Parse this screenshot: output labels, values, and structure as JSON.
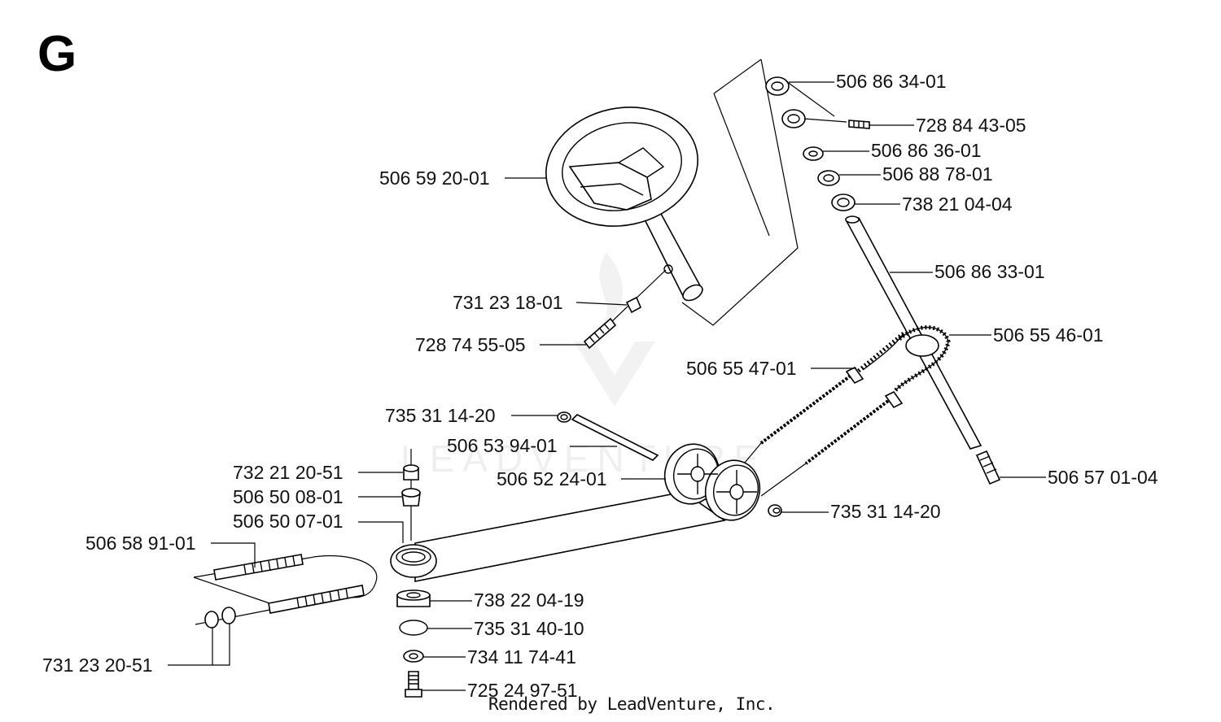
{
  "section_letter": "G",
  "footer_text": "Rendered by LeadVenture, Inc.",
  "watermark_text": "LEADVENTURE",
  "colors": {
    "ink": "#000000",
    "background": "#ffffff"
  },
  "parts": [
    {
      "id": "p01",
      "label": "506 86 34-01"
    },
    {
      "id": "p02",
      "label": "728 84 43-05"
    },
    {
      "id": "p03",
      "label": "506 86 36-01"
    },
    {
      "id": "p04",
      "label": "506 88 78-01"
    },
    {
      "id": "p05",
      "label": "738 21 04-04"
    },
    {
      "id": "p06",
      "label": "506 59 20-01"
    },
    {
      "id": "p07",
      "label": "506 86 33-01"
    },
    {
      "id": "p08",
      "label": "731 23 18-01"
    },
    {
      "id": "p09",
      "label": "728 74 55-05"
    },
    {
      "id": "p10",
      "label": "506 55 46-01"
    },
    {
      "id": "p11",
      "label": "506 55 47-01"
    },
    {
      "id": "p12",
      "label": "735 31 14-20"
    },
    {
      "id": "p13",
      "label": "506 53 94-01"
    },
    {
      "id": "p14",
      "label": "732 21 20-51"
    },
    {
      "id": "p15",
      "label": "506 57 01-04"
    },
    {
      "id": "p16",
      "label": "506 50 08-01"
    },
    {
      "id": "p17",
      "label": "506 52 24-01"
    },
    {
      "id": "p18",
      "label": "735 31 14-20"
    },
    {
      "id": "p19",
      "label": "506 50 07-01"
    },
    {
      "id": "p20",
      "label": "506 58 91-01"
    },
    {
      "id": "p21",
      "label": "738 22 04-19"
    },
    {
      "id": "p22",
      "label": "735 31 40-10"
    },
    {
      "id": "p23",
      "label": "734 11 74-41"
    },
    {
      "id": "p24",
      "label": "731 23 20-51"
    },
    {
      "id": "p25",
      "label": "725 24 97-51"
    }
  ]
}
